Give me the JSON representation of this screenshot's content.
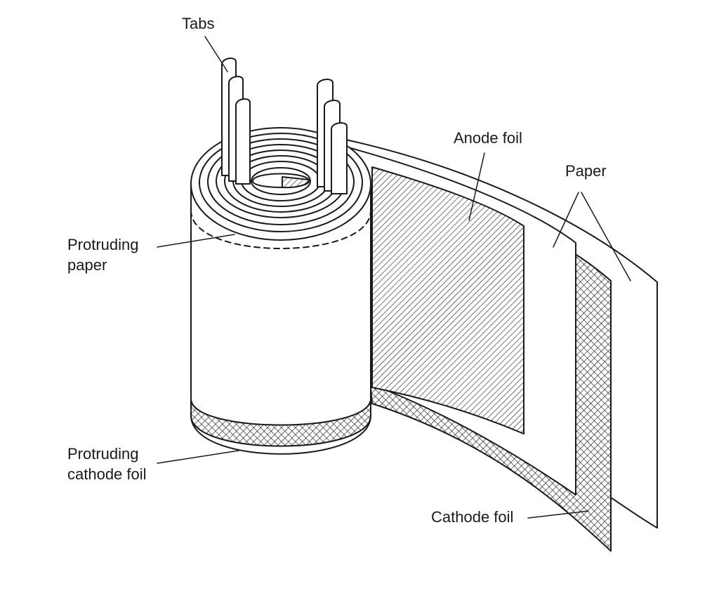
{
  "labels": {
    "tabs": "Tabs",
    "anode_foil": "Anode foil",
    "paper": "Paper",
    "protruding_paper": [
      "Protruding",
      "paper"
    ],
    "protruding_cathode_foil": [
      "Protruding",
      "cathode foil"
    ],
    "cathode_foil": "Cathode foil"
  },
  "colors": {
    "ink": "#1a1a1a",
    "paper": "#ffffff"
  }
}
